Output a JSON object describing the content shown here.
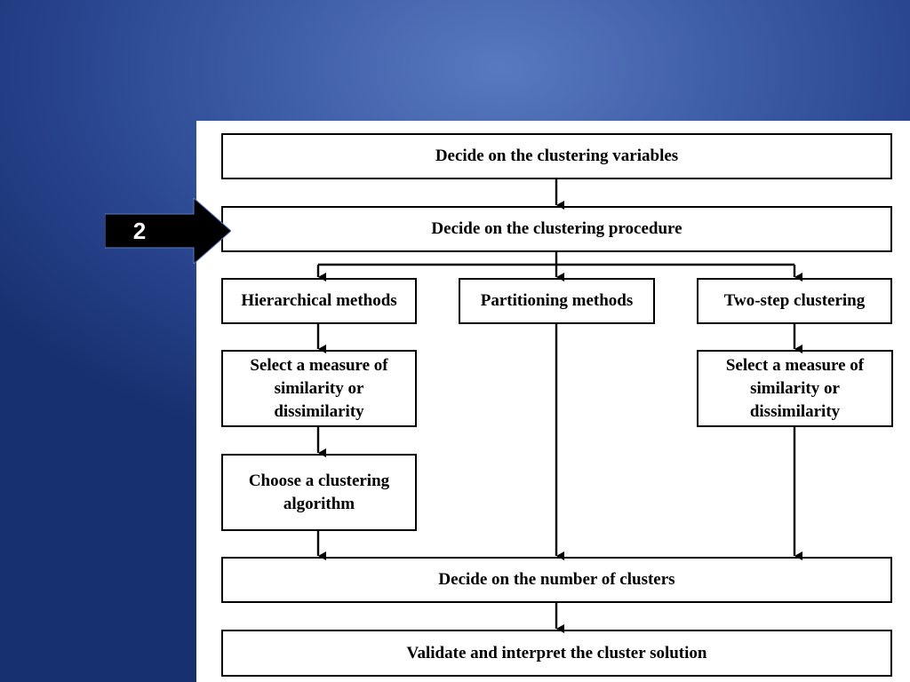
{
  "colors": {
    "background": "#2a4690",
    "panel": "#ffffff",
    "stroke": "#000000",
    "marker": "#000000",
    "marker_text": "#ffffff"
  },
  "marker": {
    "label": "2"
  },
  "flowchart": {
    "step_variables": "Decide on the clustering variables",
    "step_procedure": "Decide on the clustering procedure",
    "hierarchical": {
      "title": "Hierarchical methods",
      "measure": "Select a measure of similarity or dissimilarity",
      "algorithm": "Choose a clustering algorithm"
    },
    "partitioning": {
      "title": "Partitioning methods"
    },
    "two_step": {
      "title": "Two-step clustering",
      "measure": "Select a measure of similarity or dissimilarity"
    },
    "step_number": "Decide on the number of clusters",
    "step_validate": "Validate and interpret the cluster solution"
  }
}
